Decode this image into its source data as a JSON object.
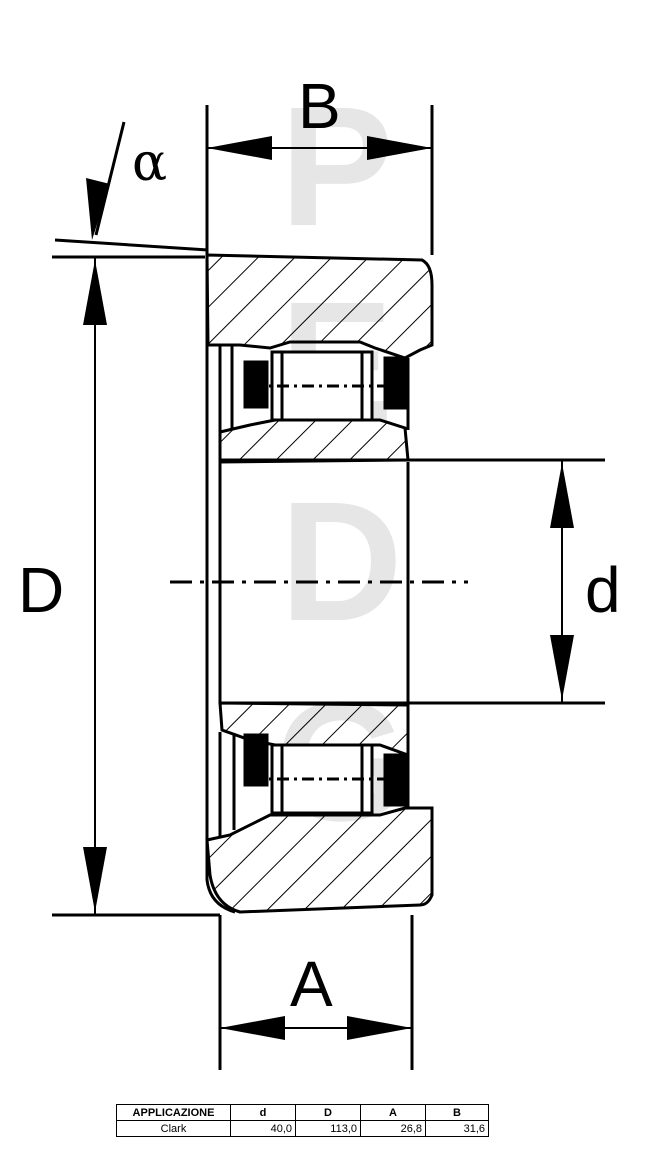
{
  "drawing": {
    "labels": {
      "B": "B",
      "alpha": "α",
      "D": "D",
      "d": "d",
      "A": "A"
    },
    "watermark": "PEDG"
  },
  "table": {
    "headers": [
      "APPLICAZIONE",
      "d",
      "D",
      "A",
      "B"
    ],
    "rows": [
      [
        "Clark",
        "40,0",
        "113,0",
        "26,8",
        "31,6"
      ]
    ]
  }
}
